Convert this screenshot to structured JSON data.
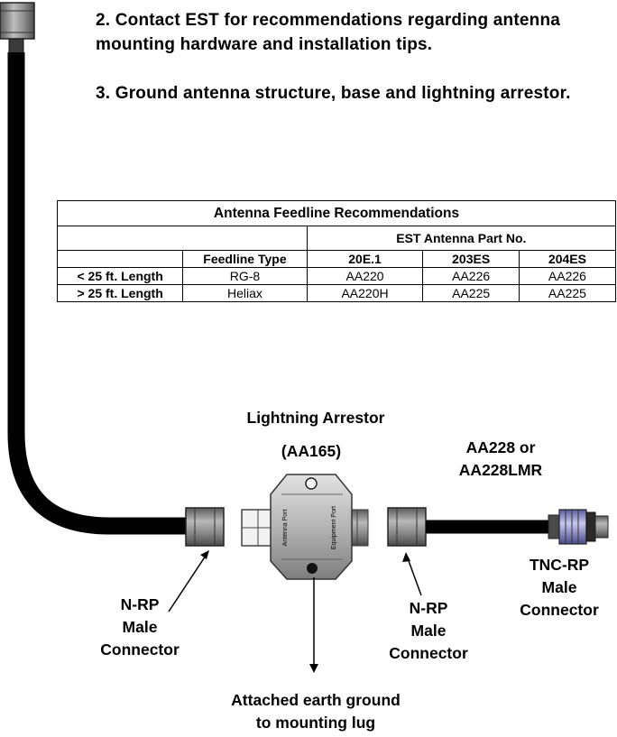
{
  "instructions": {
    "step2": "2.  Contact  EST  for  recommendations regarding antenna mounting hardware and installation tips.",
    "step3": "3.  Ground  antenna  structure,  base  and  lightning arrestor."
  },
  "table": {
    "title": "Antenna Feedline Recommendations",
    "group_header": "EST Antenna Part No.",
    "columns": [
      "",
      "Feedline Type",
      "20E.1",
      "203ES",
      "204ES"
    ],
    "rows": [
      [
        "< 25 ft. Length",
        "RG-8",
        "AA220",
        "AA226",
        "AA226"
      ],
      [
        "> 25 ft. Length",
        "Heliax",
        "AA220H",
        "AA225",
        "AA225"
      ]
    ]
  },
  "labels": {
    "arrestor_title": "Lightning Arrestor",
    "arrestor_part": "(AA165)",
    "cable_line1": "AA228 or",
    "cable_line2": "AA228LMR",
    "left_connector": [
      "N-RP",
      "Male",
      "Connector"
    ],
    "mid_connector": [
      "N-RP",
      "Male",
      "Connector"
    ],
    "tnc_connector": [
      "TNC-RP",
      "Male",
      "Connector"
    ],
    "ground_line1": "Attached earth ground",
    "ground_line2": "to mounting lug",
    "arrestor_port_antenna": "Antenna Port",
    "arrestor_port_equipment": "Equipment Port"
  },
  "colors": {
    "cable": "#000000",
    "connector_body": "#8c8c8c",
    "arrestor_body": "#b4b4b4",
    "tnc_accent": "#9a9ad8"
  }
}
